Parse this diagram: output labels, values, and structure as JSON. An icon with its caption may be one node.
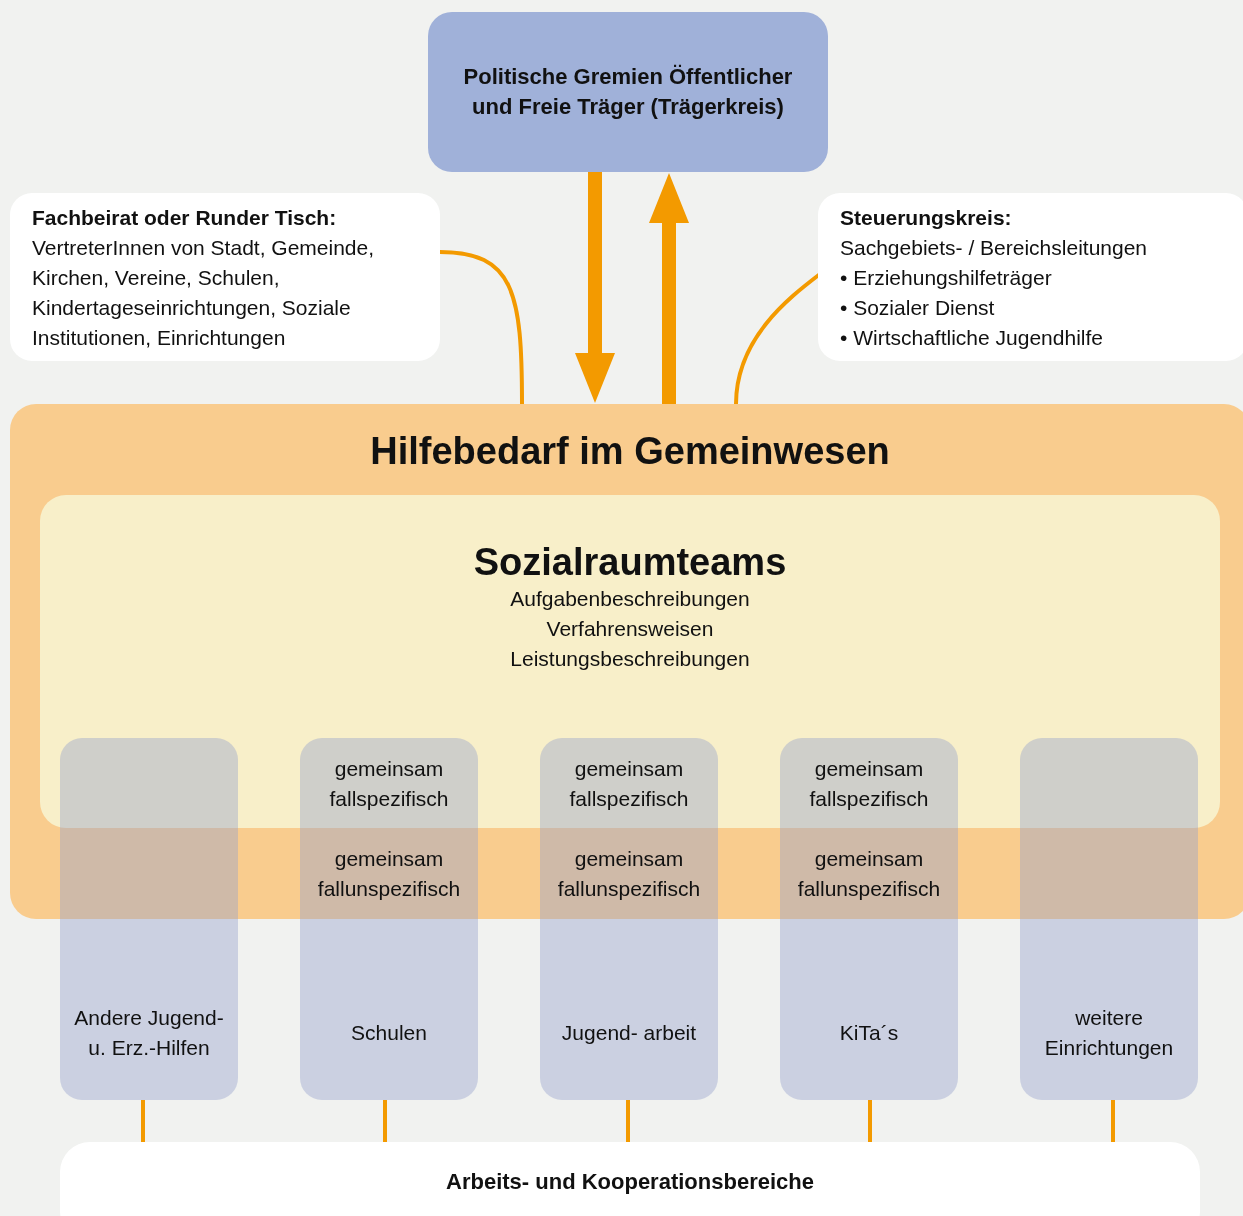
{
  "diagram": {
    "nodes": [
      {
        "text": [
          "Politische Gremien Öffentlicher und Freie Träger (Trägerkreis)"
        ]
      },
      {
        "text": [
          "Fachbeirat oder Runder Tisch:",
          "VertreterInnen von Stadt, Gemeinde, Kirchen, Vereine, Schulen, Kindertageseinrichtungen, Soziale Institutionen, Einrichtungen"
        ]
      },
      {
        "text": [
          "Steuerungskreis:",
          "Sachgebiets- / Bereichsleitungen",
          "• Erziehungshilfeträger",
          "• Sozialer Dienst",
          "• Wirtschaftliche Jugendhilfe"
        ]
      },
      {
        "text": [
          "Hilfebedarf im Gemeinwesen"
        ]
      },
      {
        "text": [
          "Sozialraumteams",
          "Aufgabenbeschreibungen Verfahrensweisen Leistungsbeschreibungen"
        ],
        "in": 3
      },
      {
        "text": [
          "Andere Jugend- u. Erz.-Hilfen"
        ]
      },
      {
        "text": [
          "gemeinsam fallspezifisch",
          "gemeinsam fallunspezifisch",
          "Schulen"
        ]
      },
      {
        "text": [
          "gemeinsam fallspezifisch",
          "gemeinsam fallunspezifisch",
          "Jugend- arbeit"
        ]
      },
      {
        "text": [
          "gemeinsam fallspezifisch",
          "gemeinsam fallunspezifisch",
          "KiTa´s"
        ]
      },
      {
        "text": [
          "weitere Einrichtungen"
        ]
      },
      {
        "text": [
          "Arbeits- und Kooperationsbereiche"
        ]
      }
    ],
    "edges": [
      {
        "from": 0,
        "to": 3,
        "arrow": "to",
        "style": "thick"
      },
      {
        "from": 3,
        "to": 0,
        "arrow": "to",
        "style": "thick"
      },
      {
        "from": 1,
        "to": 3,
        "arrow": "none"
      },
      {
        "from": 2,
        "to": 3,
        "arrow": "none"
      },
      {
        "from": 5,
        "to": 10,
        "arrow": "none"
      },
      {
        "from": 6,
        "to": 10,
        "arrow": "none"
      },
      {
        "from": 7,
        "to": 10,
        "arrow": "none"
      },
      {
        "from": 8,
        "to": 10,
        "arrow": "none"
      },
      {
        "from": 9,
        "to": 10,
        "arrow": "none"
      }
    ]
  }
}
